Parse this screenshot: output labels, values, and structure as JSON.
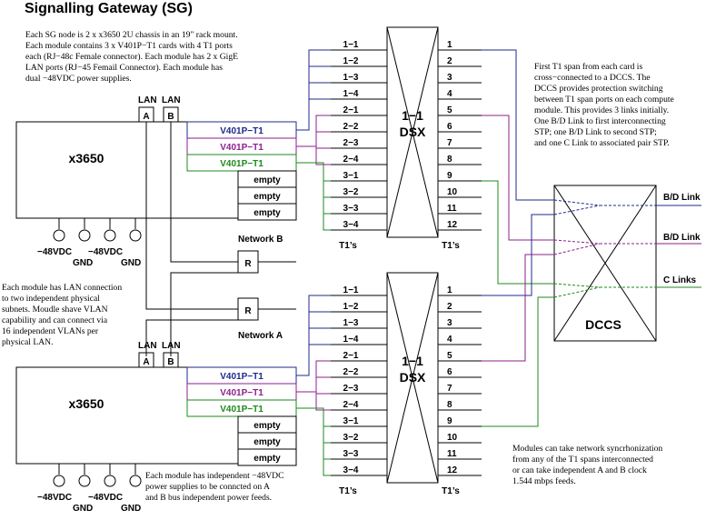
{
  "title": "Signalling Gateway (SG)",
  "intro_note": [
    "Each SG node is 2 x x3650 2U chassis in an 19\" rack mount.",
    "Each module contains 3 x V401P−T1 cards with 4 T1 ports",
    "each (RJ−48c Female connector). Each module has 2 x GigE",
    "LAN ports (RJ−45 Femail Connector). Each module has",
    "dual −48VDC power supplies."
  ],
  "dccs_note": [
    "First T1 span from each card is",
    "cross−connected to a DCCS. The",
    "DCCS provides protection switching",
    "between T1 span ports on each compute",
    "module. This provides 3 links initially.",
    "One B/D Link to first interconnecting",
    "STP; one B/D Link to second STP;",
    "and one C Link to associated pair STP."
  ],
  "lan_note": [
    "Each module has LAN connection",
    "to two independent physical",
    "subnets. Moudle shave VLAN",
    "capability and can connect via",
    "16 independent VLANs per",
    "physical LAN."
  ],
  "power_note": [
    "Each module has independent −48VDC",
    "power supplies to be conncted on A",
    "and B bus independent power feeds."
  ],
  "sync_note": [
    "Modules can take network syncrhonization",
    "from any of the T1 spans interconnected",
    "or can take independent A and B clock",
    "1.544 mbps feeds."
  ],
  "module_label": "x3650",
  "lan_label": "LAN",
  "port_a": "A",
  "port_b": "B",
  "cards": [
    "V401P−T1",
    "V401P−T1",
    "V401P−T1"
  ],
  "empty_slot": "empty",
  "power_48": "−48VDC",
  "power_gnd": "GND",
  "router": "R",
  "network_b": "Network B",
  "network_a": "Network A",
  "dsx_label": "1−1",
  "dsx_label2": "DSX",
  "port_labels": [
    "1−1",
    "1−2",
    "1−3",
    "1−4",
    "2−1",
    "2−2",
    "2−3",
    "2−4",
    "3−1",
    "3−2",
    "3−3",
    "3−4"
  ],
  "out_labels": [
    "1",
    "2",
    "3",
    "4",
    "5",
    "6",
    "7",
    "8",
    "9",
    "10",
    "11",
    "12"
  ],
  "t1s": "T1’s",
  "dccs": "DCCS",
  "bd_link": "B/D Link",
  "c_links": "C Links",
  "colors": {
    "blue": "#1f2a8c",
    "purple": "#8e1f8e",
    "green": "#1d8a1d"
  }
}
